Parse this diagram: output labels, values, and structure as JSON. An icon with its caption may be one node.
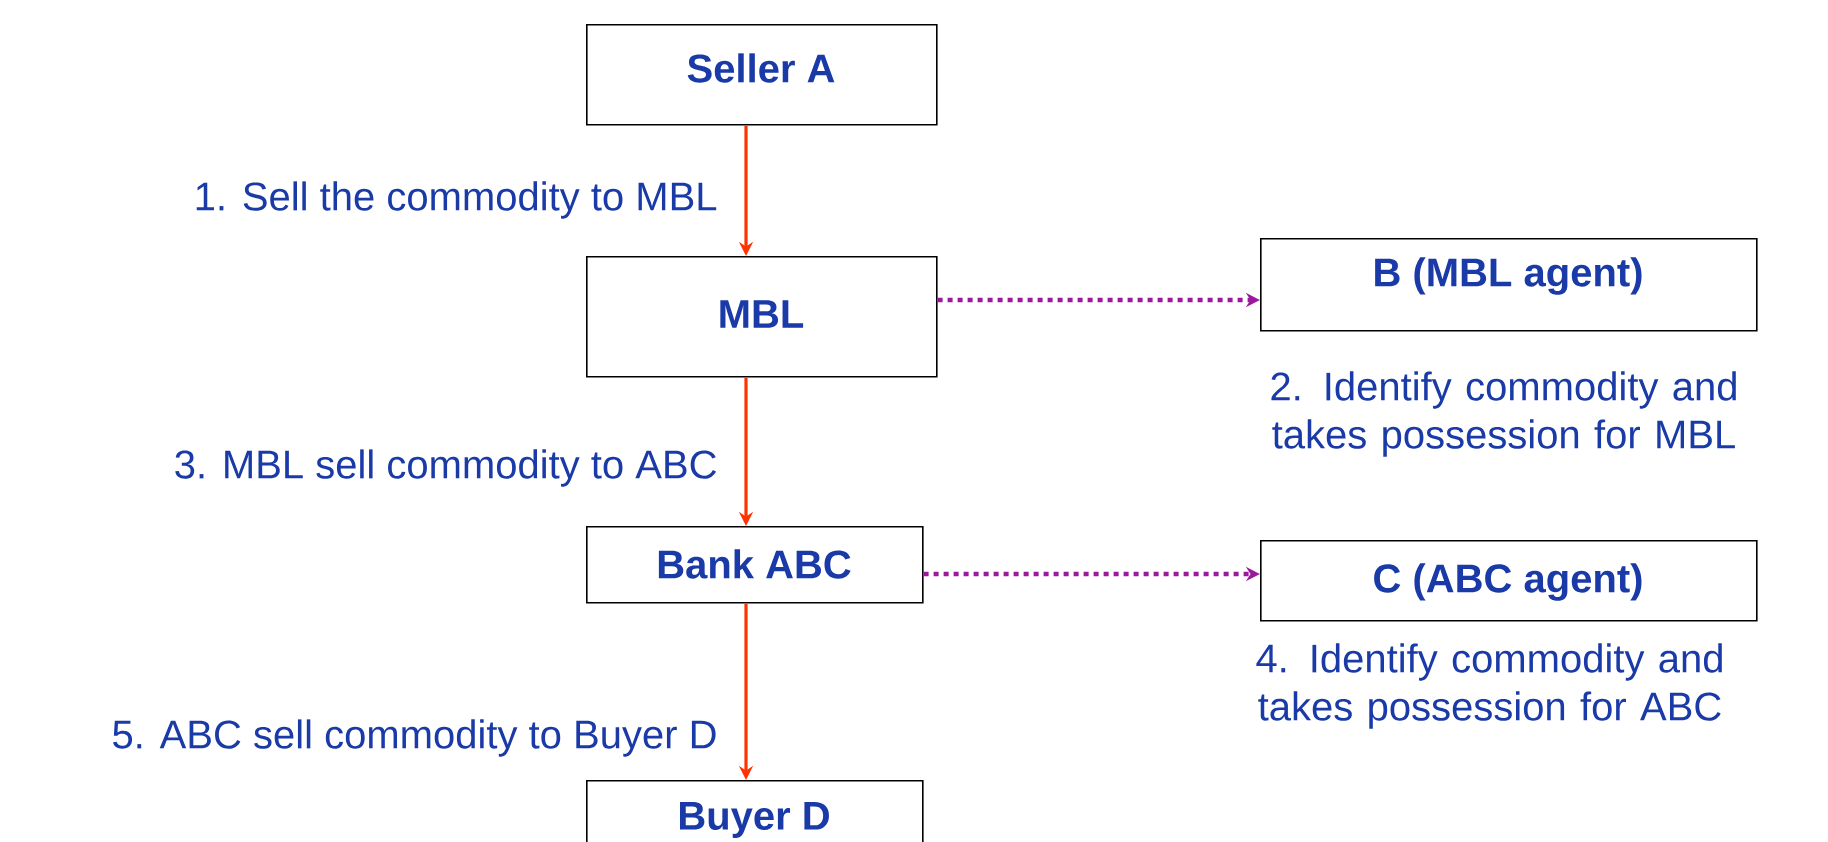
{
  "diagram": {
    "nodes": [
      {
        "text": [
          "Seller  A"
        ]
      },
      {
        "text": [
          "MBL"
        ]
      },
      {
        "text": [
          "B (MBL agent)"
        ]
      },
      {
        "text": [
          "Bank ABC"
        ]
      },
      {
        "text": [
          "C (ABC agent)"
        ]
      },
      {
        "text": [
          "Buyer D"
        ]
      }
    ],
    "edges": [
      {
        "from": 0,
        "to": 1,
        "arrow": "to",
        "label": "1. Sell the commodity to MBL"
      },
      {
        "from": 1,
        "to": 2,
        "arrow": "to",
        "style": "dashed",
        "color": "#9b1a9b",
        "label": "2. Identify commodity and takes possession for MBL"
      },
      {
        "from": 1,
        "to": 3,
        "arrow": "to",
        "label": "3. MBL sell commodity to ABC"
      },
      {
        "from": 3,
        "to": 4,
        "arrow": "to",
        "style": "dashed",
        "color": "#9b1a9b",
        "label": "4. Identify commodity and takes possession for ABC"
      },
      {
        "from": 3,
        "to": 5,
        "arrow": "to",
        "label": "5. ABC sell commodity to Buyer D"
      }
    ]
  }
}
